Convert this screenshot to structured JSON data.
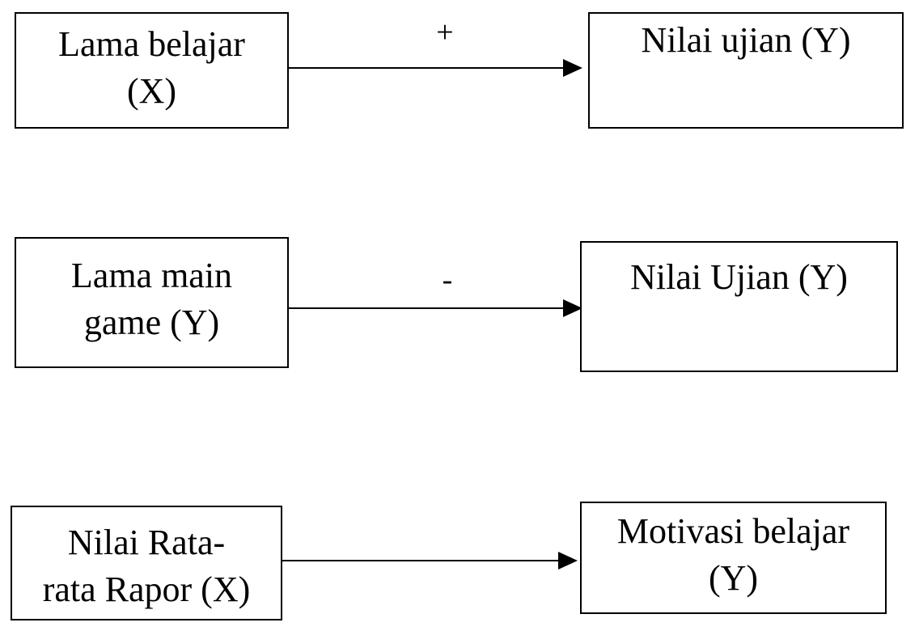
{
  "rows": [
    {
      "cause": {
        "lines": [
          "Lama belajar",
          "(X)"
        ]
      },
      "effect": {
        "lines": [
          "Nilai ujian (Y)"
        ]
      },
      "sign": "+"
    },
    {
      "cause": {
        "lines": [
          "Lama main",
          "game (Y)"
        ]
      },
      "effect": {
        "lines": [
          "Nilai Ujian (Y)"
        ]
      },
      "sign": "-"
    },
    {
      "cause": {
        "lines": [
          "Nilai Rata-",
          "rata Rapor (X)"
        ]
      },
      "effect": {
        "lines": [
          "Motivasi belajar",
          "(Y)"
        ]
      },
      "sign": ""
    }
  ]
}
